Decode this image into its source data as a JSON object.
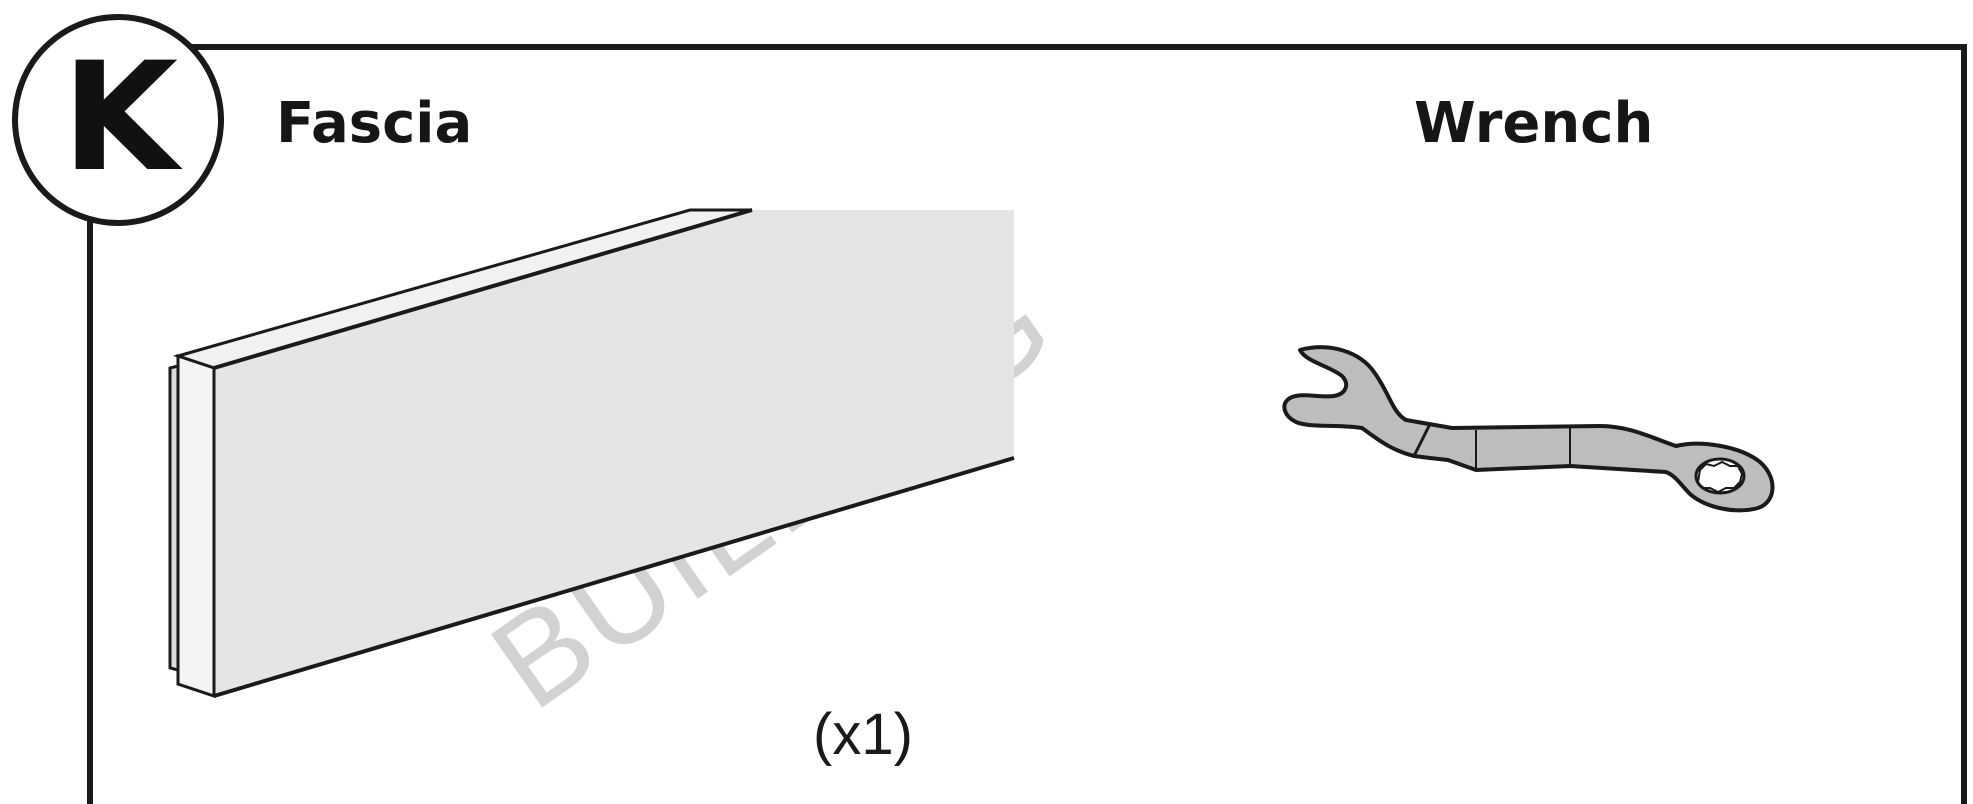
{
  "badge": {
    "letter": "K"
  },
  "parts": [
    {
      "name": "Fascia",
      "quantity": "(x1)",
      "icon": "fascia-board-illustration"
    },
    {
      "name": "Wrench",
      "icon": "wrench-icon"
    }
  ],
  "watermark": "BUILDING",
  "colors": {
    "line": "#1a1a1a",
    "board_fill": "#e6e6e6",
    "board_edge": "#f0f0f0",
    "wrench_fill": "#bdbdbd",
    "watermark": "#d2d2d2"
  }
}
